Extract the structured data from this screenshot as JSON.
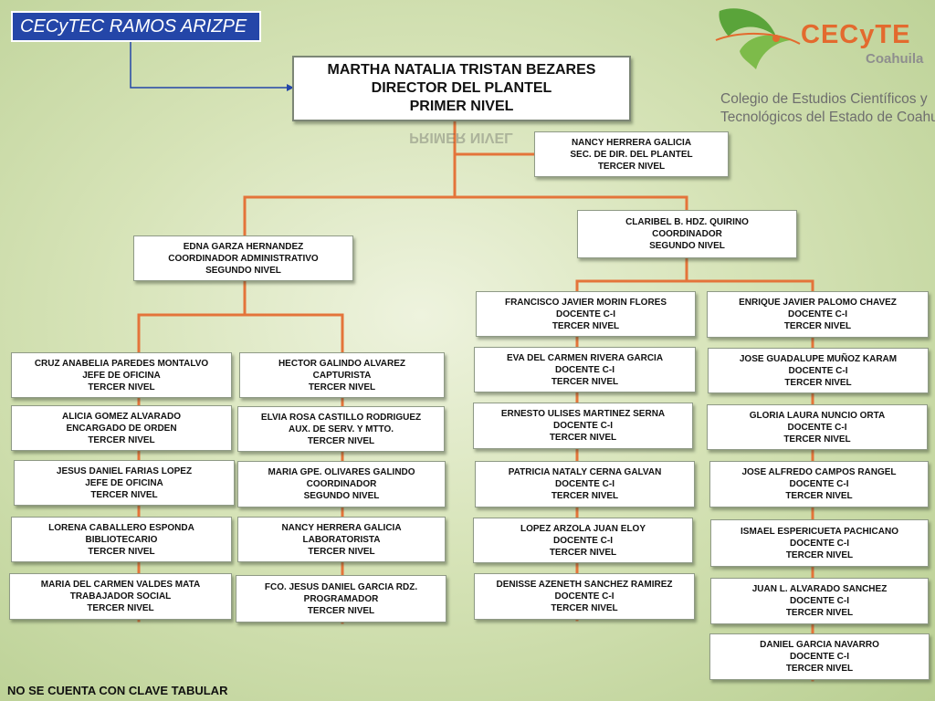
{
  "title": "CECyTEC RAMOS ARIZPE",
  "footer": "NO SE CUENTA CON CLAVE TABULAR",
  "logo": {
    "name": "CECyTE",
    "state": "Coahuila",
    "line1": "Colegio de Estudios Científicos y",
    "line2": "Tecnológicos del Estado de Coahuila"
  },
  "colors": {
    "connector": "#e4743a",
    "title_bg": "#2446a8",
    "logo_green": "#5aa43a",
    "logo_orange": "#e36a2e"
  },
  "director": {
    "name": "MARTHA NATALIA TRISTAN BEZARES",
    "role": "DIRECTOR DEL PLANTEL",
    "level": "PRIMER NIVEL"
  },
  "secretary": {
    "name": "NANCY HERRERA GALICIA",
    "role": "SEC. DE DIR. DEL PLANTEL",
    "level": "TERCER NIVEL"
  },
  "admin": {
    "name": "EDNA GARZA HERNANDEZ",
    "role": "COORDINADOR ADMINISTRATIVO",
    "level": "SEGUNDO NIVEL"
  },
  "coordinator": {
    "name": "CLARIBEL B. HDZ. QUIRINO",
    "role": "COORDINADOR",
    "level": "SEGUNDO NIVEL"
  },
  "admin_left": [
    {
      "name": "CRUZ ANABELIA PAREDES MONTALVO",
      "role": "JEFE DE OFICINA",
      "level": "TERCER NIVEL"
    },
    {
      "name": "ALICIA GOMEZ ALVARADO",
      "role": "ENCARGADO DE ORDEN",
      "level": "TERCER NIVEL"
    },
    {
      "name": "JESUS DANIEL FARIAS LOPEZ",
      "role": "JEFE DE OFICINA",
      "level": "TERCER NIVEL"
    },
    {
      "name": "LORENA CABALLERO ESPONDA",
      "role": "BIBLIOTECARIO",
      "level": "TERCER NIVEL"
    },
    {
      "name": "MARIA DEL CARMEN VALDES MATA",
      "role": "TRABAJADOR SOCIAL",
      "level": "TERCER NIVEL"
    }
  ],
  "admin_right": [
    {
      "name": "HECTOR GALINDO ALVAREZ",
      "role": "CAPTURISTA",
      "level": "TERCER NIVEL"
    },
    {
      "name": "ELVIA ROSA CASTILLO RODRIGUEZ",
      "role": "AUX. DE SERV. Y MTTO.",
      "level": "TERCER NIVEL"
    },
    {
      "name": "MARIA GPE. OLIVARES GALINDO",
      "role": "COORDINADOR",
      "level": "SEGUNDO NIVEL"
    },
    {
      "name": "NANCY HERRERA GALICIA",
      "role": "LABORATORISTA",
      "level": "TERCER NIVEL"
    },
    {
      "name": "FCO. JESUS DANIEL GARCIA RDZ.",
      "role": "PROGRAMADOR",
      "level": "TERCER NIVEL"
    }
  ],
  "coord_left": [
    {
      "name": "FRANCISCO JAVIER MORIN FLORES",
      "role": "DOCENTE C-I",
      "level": "TERCER NIVEL"
    },
    {
      "name": "EVA DEL CARMEN RIVERA GARCIA",
      "role": "DOCENTE C-I",
      "level": "TERCER NIVEL"
    },
    {
      "name": "ERNESTO ULISES MARTINEZ SERNA",
      "role": "DOCENTE C-I",
      "level": "TERCER NIVEL"
    },
    {
      "name": "PATRICIA NATALY CERNA GALVAN",
      "role": "DOCENTE C-I",
      "level": "TERCER NIVEL"
    },
    {
      "name": "LOPEZ ARZOLA JUAN ELOY",
      "role": "DOCENTE C-I",
      "level": "TERCER NIVEL"
    },
    {
      "name": "DENISSE AZENETH SANCHEZ RAMIREZ",
      "role": "DOCENTE C-I",
      "level": "TERCER NIVEL"
    }
  ],
  "coord_right": [
    {
      "name": "ENRIQUE JAVIER PALOMO CHAVEZ",
      "role": "DOCENTE C-I",
      "level": "TERCER NIVEL"
    },
    {
      "name": "JOSE GUADALUPE MUÑOZ KARAM",
      "role": "DOCENTE C-I",
      "level": "TERCER NIVEL"
    },
    {
      "name": "GLORIA LAURA NUNCIO ORTA",
      "role": "DOCENTE C-I",
      "level": "TERCER NIVEL"
    },
    {
      "name": "JOSE ALFREDO CAMPOS RANGEL",
      "role": "DOCENTE C-I",
      "level": "TERCER NIVEL"
    },
    {
      "name": "ISMAEL ESPERICUETA PACHICANO",
      "role": "DOCENTE C-I",
      "level": "TERCER NIVEL"
    },
    {
      "name": "JUAN L. ALVARADO SANCHEZ",
      "role": "DOCENTE C-I",
      "level": "TERCER NIVEL"
    },
    {
      "name": "DANIEL GARCIA NAVARRO",
      "role": "DOCENTE C-I",
      "level": "TERCER NIVEL"
    }
  ]
}
